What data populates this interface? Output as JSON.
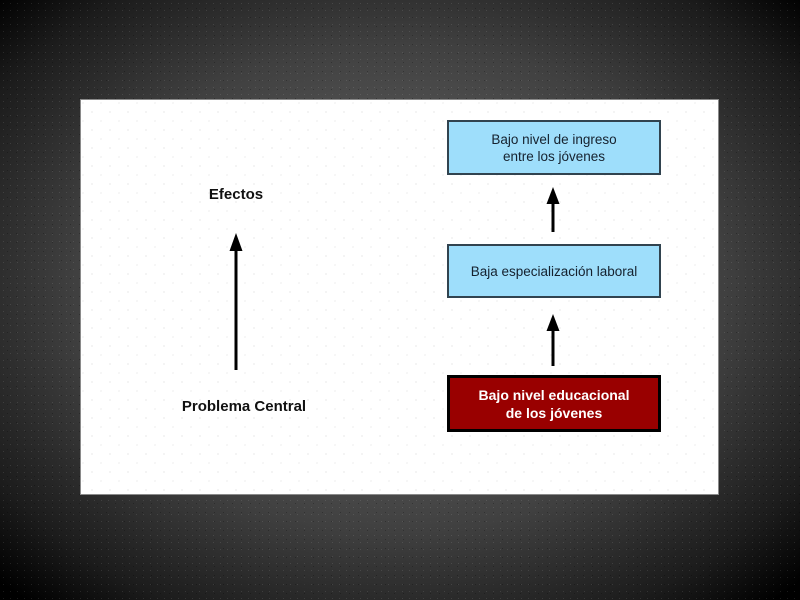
{
  "slide": {
    "left_column": {
      "effects_label": "Efectos",
      "central_problem_label": "Problema Central"
    },
    "diagram": {
      "boxes": [
        {
          "id": "effect-income",
          "text": "Bajo nivel de ingreso\nentre los jóvenes",
          "fill": "#9edefb",
          "border": "#31434f",
          "text_color": "#15212e"
        },
        {
          "id": "effect-specialization",
          "text": "Baja especialización laboral",
          "fill": "#9edefb",
          "border": "#31434f",
          "text_color": "#15212e"
        },
        {
          "id": "central-problem",
          "text": "Bajo nivel educacional\nde los jóvenes",
          "fill": "#990000",
          "border": "#000000",
          "text_color": "#ffffff"
        }
      ],
      "arrows": [
        {
          "id": "effects-axis-arrow",
          "direction": "up",
          "color": "#000000"
        },
        {
          "id": "specialization-to-income-arrow",
          "direction": "up",
          "color": "#000000"
        },
        {
          "id": "problem-to-specialization-arrow",
          "direction": "up",
          "color": "#000000"
        }
      ]
    }
  }
}
